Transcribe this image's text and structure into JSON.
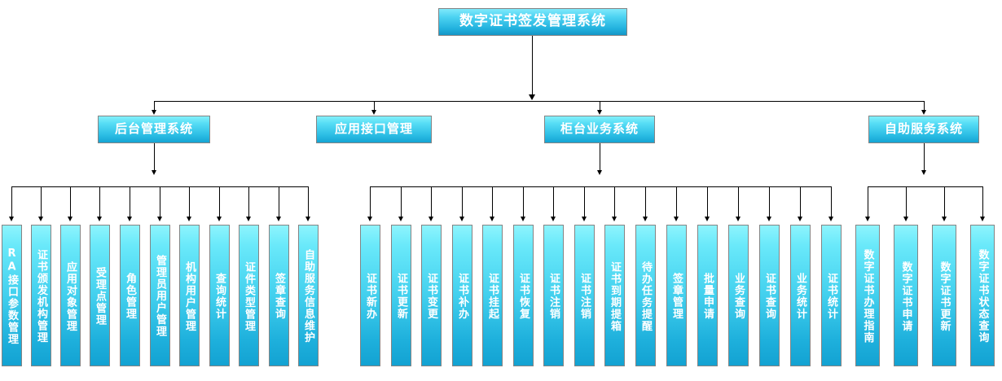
{
  "diagram": {
    "title": "数字证书签发管理系统",
    "type": "organization-tree",
    "colors": {
      "node_top": "#8ef4fd",
      "node_bottom": "#13a2d2",
      "node_border": "#848484",
      "connector": "#000000",
      "text": "#ffffff",
      "background": "#ffffff"
    },
    "root": {
      "label": "数字证书签发管理系统"
    },
    "branches": [
      {
        "id": "backend",
        "label": "后台管理系统",
        "children": [
          {
            "label": "RA接口参数管理"
          },
          {
            "label": "证书颁发机构管理"
          },
          {
            "label": "应用对象管理"
          },
          {
            "label": "受理点管理"
          },
          {
            "label": "角色管理"
          },
          {
            "label": "管理员用户管理"
          },
          {
            "label": "机构用户管理"
          },
          {
            "label": "查询统计"
          },
          {
            "label": "证件类型管理"
          },
          {
            "label": "签章查询"
          },
          {
            "label": "自助服务信息维护"
          }
        ]
      },
      {
        "id": "api",
        "label": "应用接口管理",
        "children": []
      },
      {
        "id": "counter",
        "label": "柜台业务系统",
        "children": [
          {
            "label": "证书新办"
          },
          {
            "label": "证书更新"
          },
          {
            "label": "证书变更"
          },
          {
            "label": "证书补办"
          },
          {
            "label": "证书挂起"
          },
          {
            "label": "证书恢复"
          },
          {
            "label": "证书注销"
          },
          {
            "label": "证书注销"
          },
          {
            "label": "证书到期提箱"
          },
          {
            "label": "待办任务提醒"
          },
          {
            "label": "签章管理"
          },
          {
            "label": "批量申请"
          },
          {
            "label": "业务查询"
          },
          {
            "label": "证书查询"
          },
          {
            "label": "业务统计"
          },
          {
            "label": "证书统计"
          }
        ]
      },
      {
        "id": "selfservice",
        "label": "自助服务系统",
        "children": [
          {
            "label": "数字证书办理指南"
          },
          {
            "label": "数字证书申请"
          },
          {
            "label": "数字证书更新"
          },
          {
            "label": "数字证书状态查询"
          }
        ]
      }
    ]
  }
}
